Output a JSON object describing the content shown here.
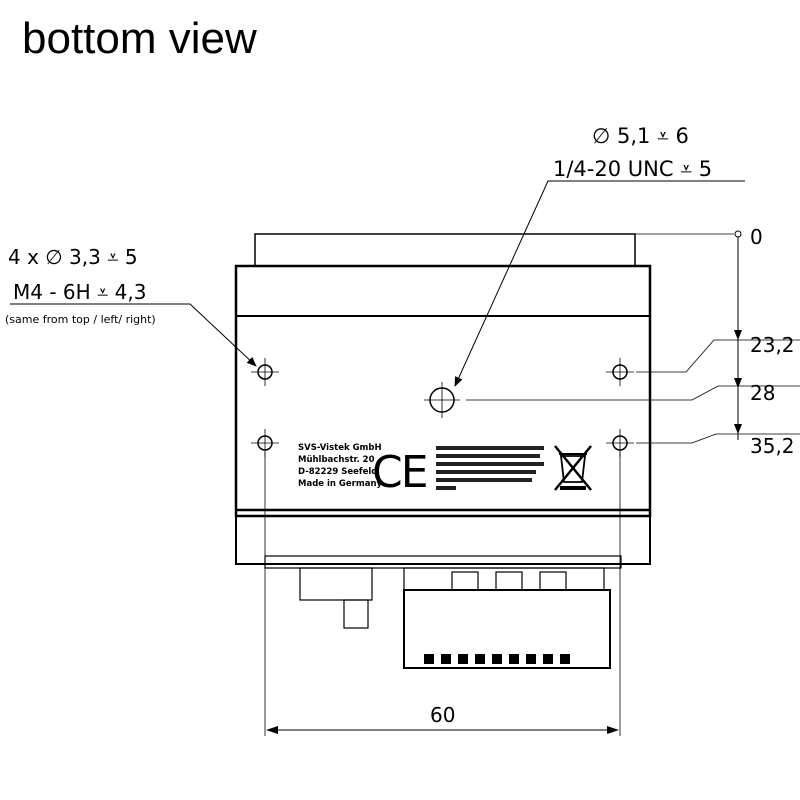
{
  "title": "bottom view",
  "callouts": {
    "center_hole": {
      "line1": "∅ 5,1 ⩡ 6",
      "line2": "1/4-20 UNC ⩡ 5"
    },
    "corner_holes": {
      "line1": "4 x ∅ 3,3 ⩡ 5",
      "line2": "M4 - 6H ⩡ 4,3",
      "note": "(same from top / left/ right)"
    }
  },
  "dimensions": {
    "vertical": [
      "0",
      "23,2",
      "28",
      "35,2"
    ],
    "width": "60"
  },
  "label_text": {
    "company": [
      "SVS-Vistek GmbH",
      "Mühlbachstr. 20",
      "D-82229 Seefeld",
      "Made in Germany"
    ],
    "ce_mark": "CE"
  }
}
